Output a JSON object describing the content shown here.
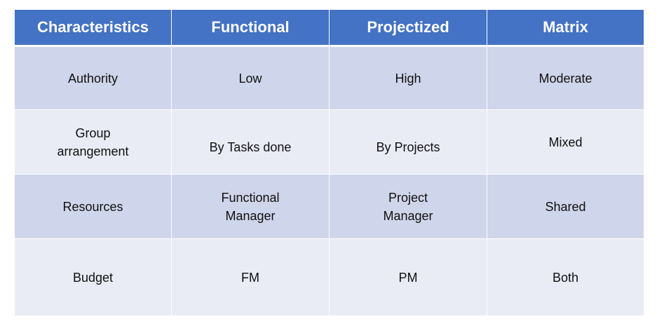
{
  "table": {
    "headers": [
      "Characteristics",
      "Functional",
      "Projectized",
      "Matrix"
    ],
    "rows": [
      [
        "Authority",
        "Low",
        "High",
        "Moderate"
      ],
      [
        "Group arrangement",
        "By Tasks done",
        "By Projects",
        "Mixed"
      ],
      [
        "Resources",
        "Functional Manager",
        "Project Manager",
        "Shared"
      ],
      [
        "Budget",
        "FM",
        "PM",
        "Both"
      ]
    ]
  },
  "colors": {
    "header_bg": "#4472c4",
    "band_dark": "#cfd5ea",
    "band_light": "#e9ebf5"
  }
}
